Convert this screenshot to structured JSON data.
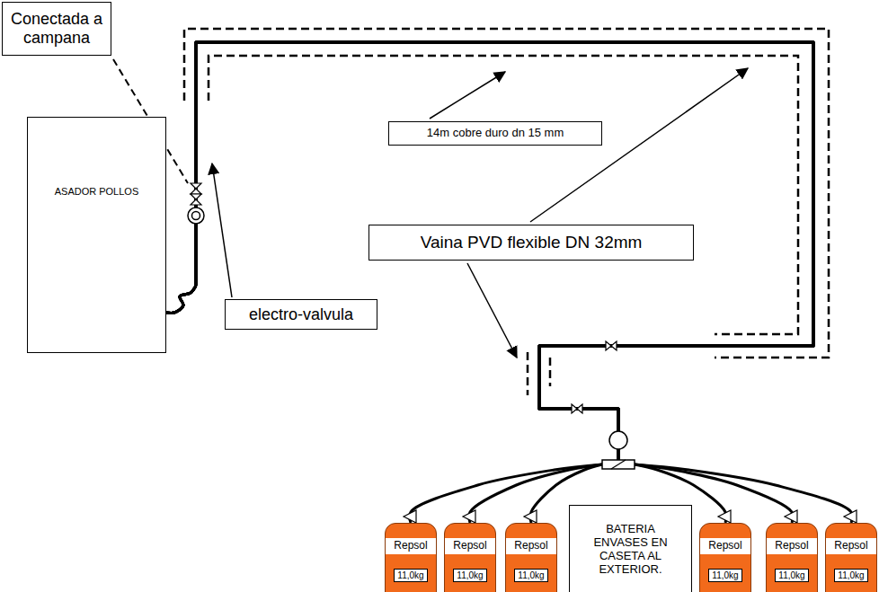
{
  "diagram": {
    "nodes": [
      {
        "text": [
          "Conectada a campana"
        ]
      },
      {
        "text": [
          "14m cobre duro dn 15 mm"
        ]
      },
      {
        "text": [
          "ASADOR POLLOS"
        ]
      },
      {
        "text": [
          "Vaina PVD flexible DN 32mm"
        ]
      },
      {
        "text": [
          "electro-valvula"
        ]
      },
      {
        "text": [
          "Repsol",
          "11,0kg"
        ]
      },
      {
        "text": [
          "Repsol",
          "11,0kg"
        ]
      },
      {
        "text": [
          "Repsol",
          "11,0kg"
        ]
      },
      {
        "text": [
          "BATERIA ENVASES EN CASETA AL EXTERIOR."
        ]
      },
      {
        "text": [
          "Repsol",
          "11,0kg"
        ]
      },
      {
        "text": [
          "Repsol",
          "11,0kg"
        ]
      },
      {
        "text": [
          "Repsol",
          "11,0kg"
        ]
      }
    ],
    "edges": [
      {
        "from": 5,
        "to": 2,
        "arrow": "none"
      },
      {
        "from": 6,
        "to": 2,
        "arrow": "none"
      },
      {
        "from": 7,
        "to": 2,
        "arrow": "none"
      },
      {
        "from": 9,
        "to": 2,
        "arrow": "none"
      },
      {
        "from": 10,
        "to": 2,
        "arrow": "none"
      },
      {
        "from": 11,
        "to": 2,
        "arrow": "none"
      }
    ]
  }
}
